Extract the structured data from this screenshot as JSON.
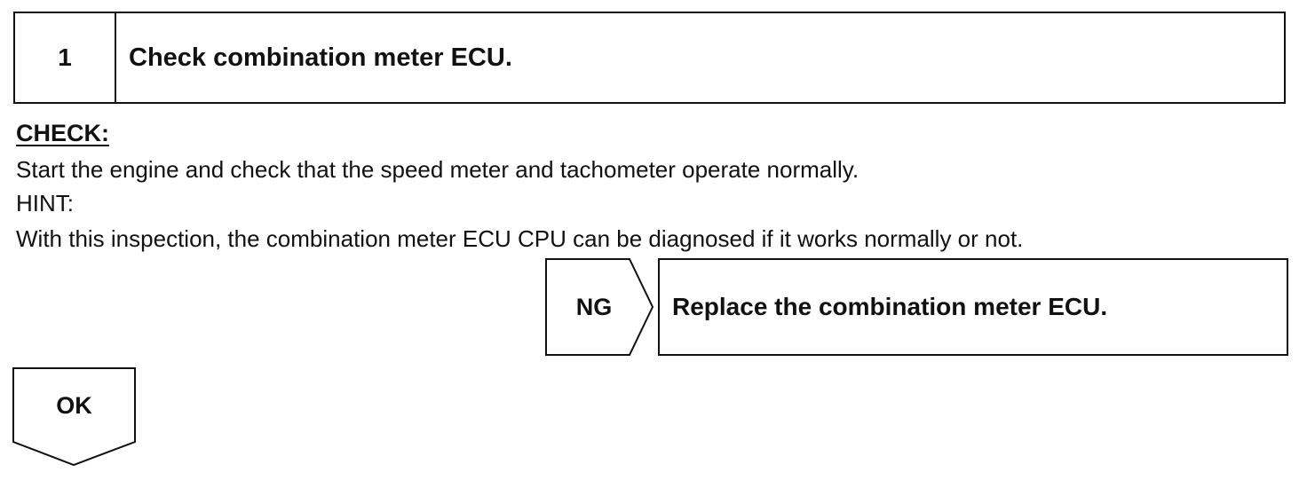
{
  "step": {
    "number": "1",
    "title": "Check combination meter ECU."
  },
  "check": {
    "heading": "CHECK:",
    "line_1": "Start the engine and check that the speed meter and tachometer operate normally.",
    "line_2": "HINT:",
    "line_3": "With this inspection, the combination meter ECU CPU can be diagnosed if it works normally or not."
  },
  "ng_branch": {
    "label": "NG",
    "action": "Replace the combination meter ECU."
  },
  "ok_branch": {
    "label": "OK"
  }
}
